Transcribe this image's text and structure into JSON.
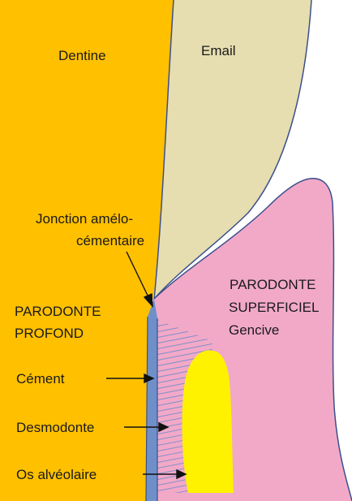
{
  "labels": {
    "dentine": "Dentine",
    "email": "Email",
    "jonction_line1": "Jonction amélo-",
    "jonction_line2": "cémentaire",
    "parodonte_sup_line1": "PARODONTE",
    "parodonte_sup_line2": "SUPERFICIEL",
    "gencive": "Gencive",
    "parodonte_prof_line1": "PARODONTE",
    "parodonte_prof_line2": "PROFOND",
    "cement": "Cément",
    "desmodonte": "Desmodonte",
    "os_alveolaire": "Os alvéolaire"
  },
  "colors": {
    "dentine": "#FFC000",
    "email": "#E6DDB0",
    "gencive": "#F2A9C8",
    "cement": "#6F8FC8",
    "bone": "#FFF200",
    "outline": "#3A4F8C",
    "ligament": "#7E8FC8"
  }
}
